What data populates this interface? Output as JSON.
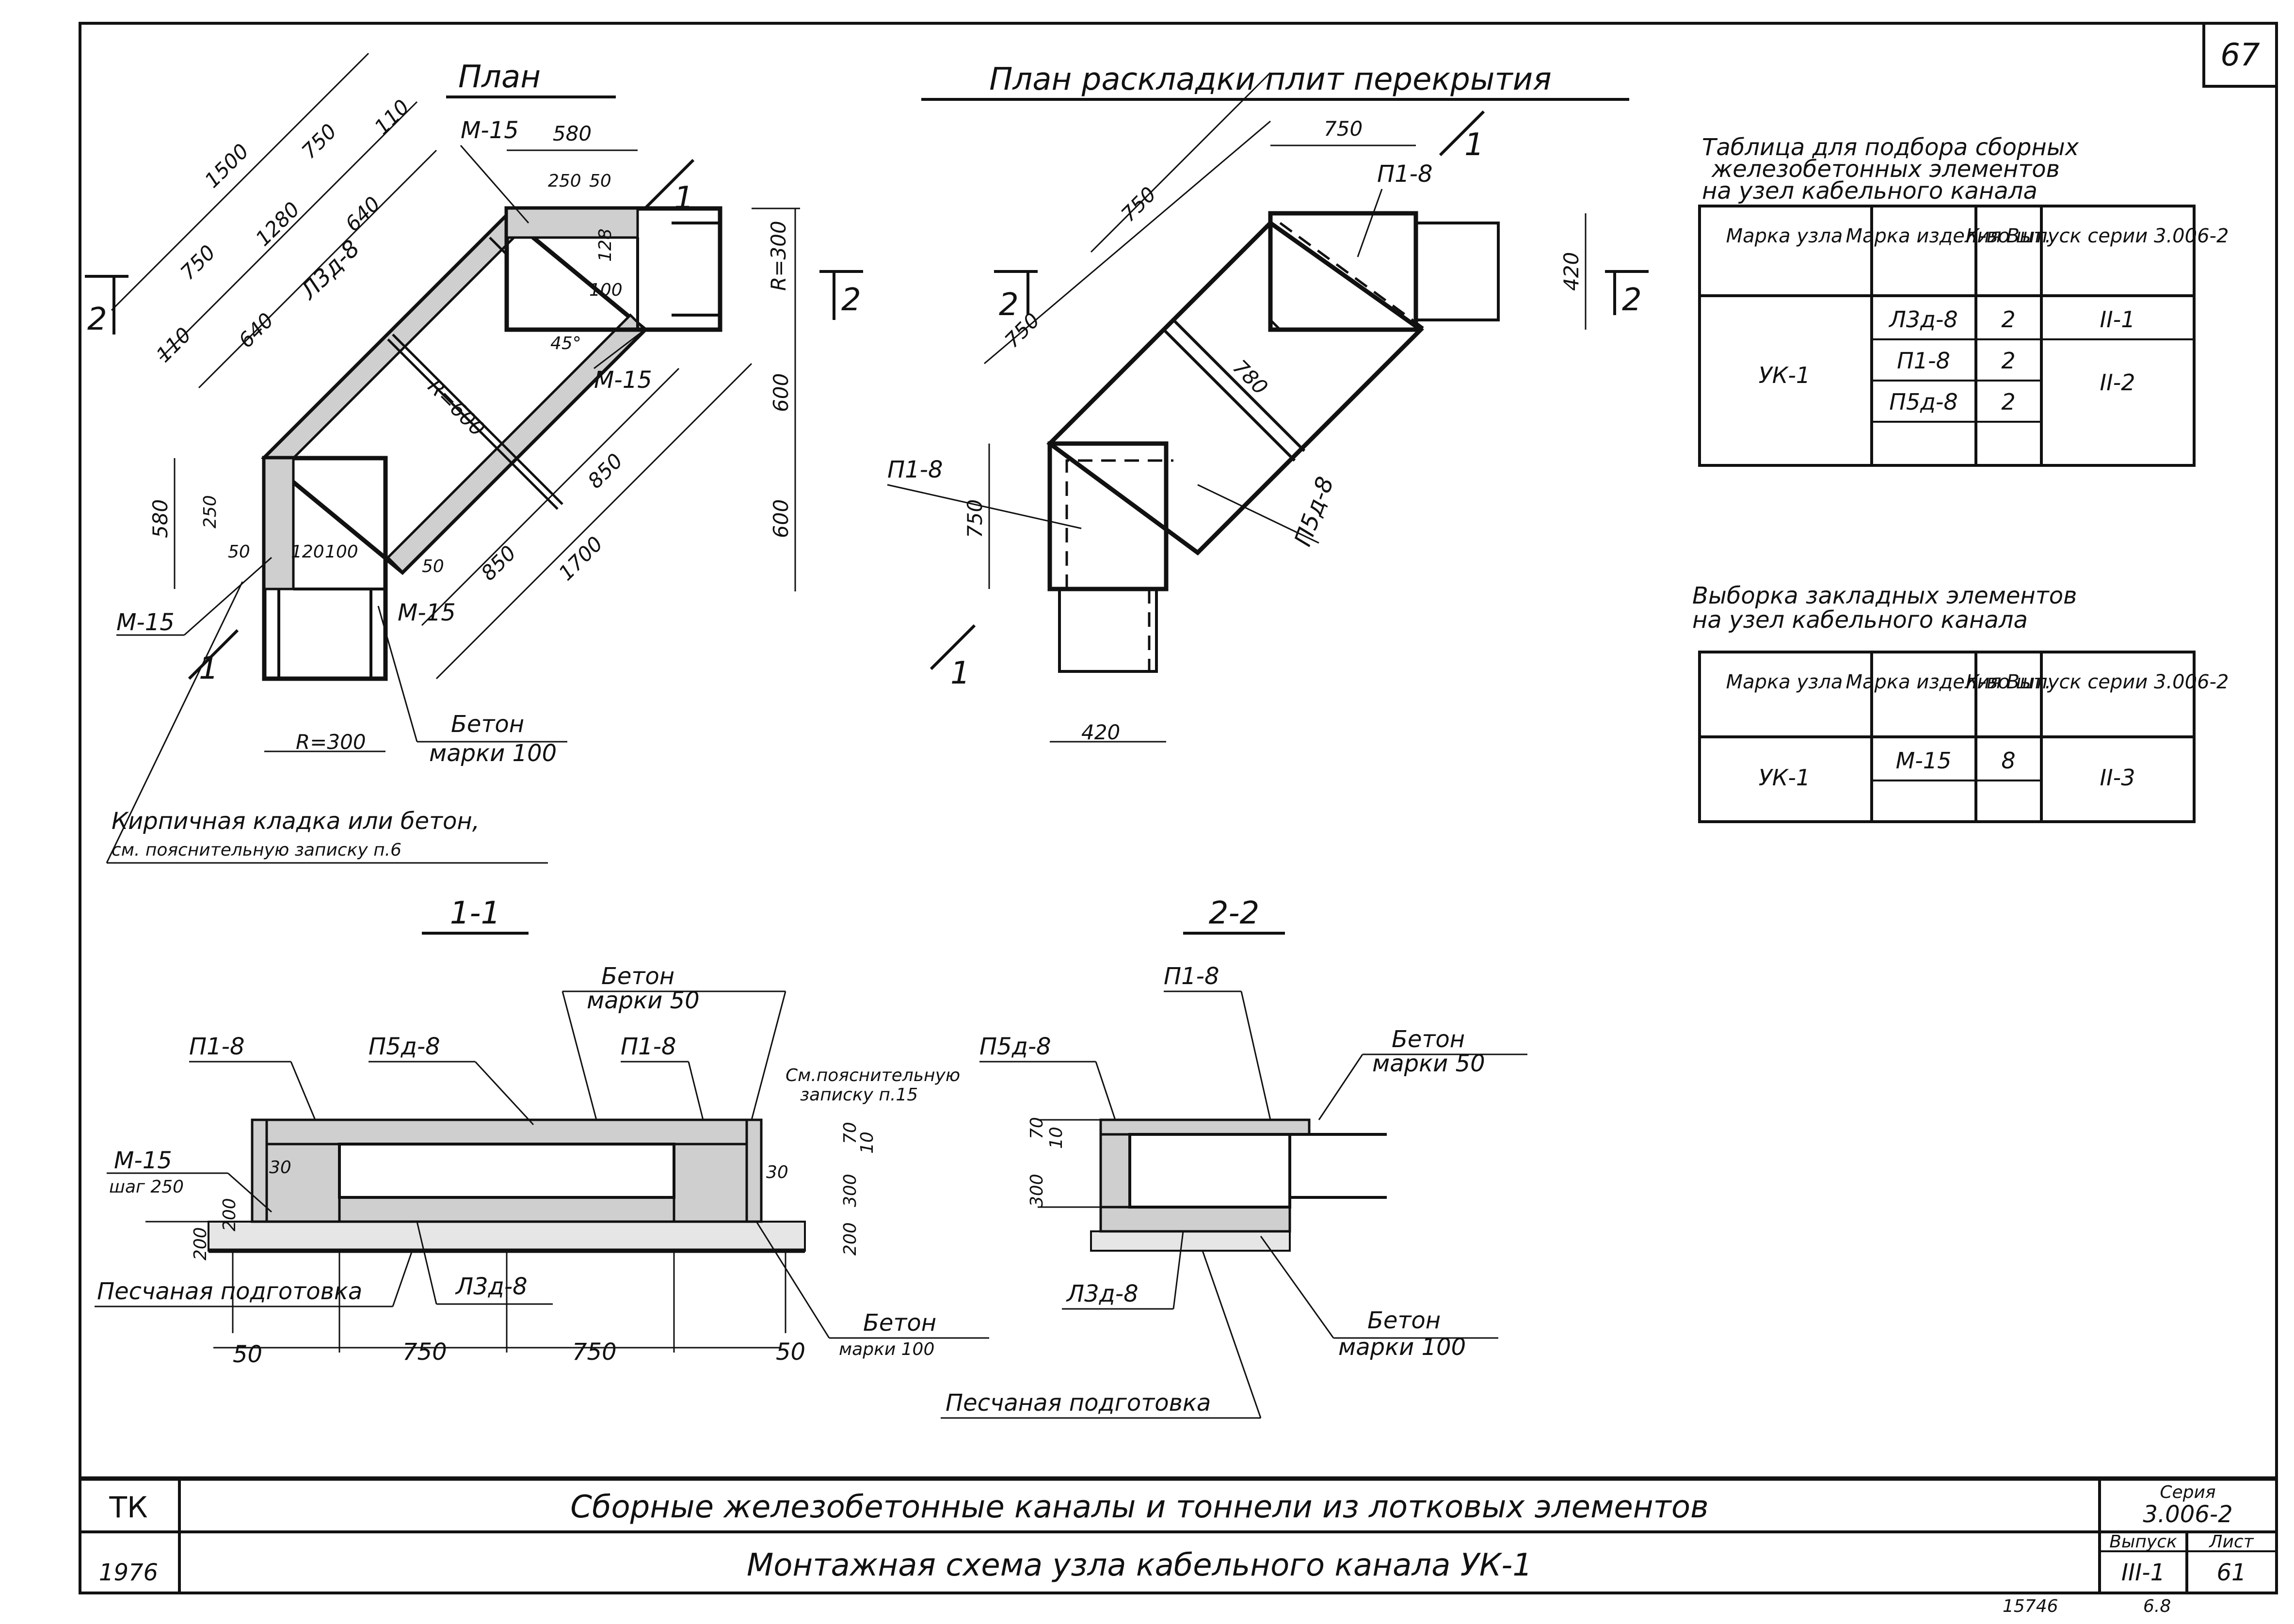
{
  "sheet_number": "67",
  "plan": {
    "title": "План",
    "dims": [
      "1500",
      "750",
      "110",
      "1280",
      "640",
      "750",
      "110",
      "640",
      "580",
      "250",
      "50",
      "128",
      "100",
      "45°",
      "R=300",
      "R=600",
      "600",
      "600",
      "850",
      "850",
      "1700",
      "580",
      "250",
      "50",
      "120",
      "100",
      "50",
      "R=300"
    ],
    "labels": {
      "m15_a": "M-15",
      "m15_b": "M-15",
      "m15_c": "M-15",
      "m15_d": "M-15",
      "l3d8": "Л3д-8",
      "concrete": "Бетон",
      "concrete_grade": "марки 100",
      "brick1": "Кирпичная кладка или бетон,",
      "brick2": "см. пояснительную записку п.6",
      "sec1": "1",
      "sec1b": "1",
      "sec2a": "2",
      "sec2b": "2"
    }
  },
  "layout_plan": {
    "title": "План раскладки плит перекрытия",
    "labels": {
      "p1_top": "П1-8",
      "p1_left": "П1-8",
      "p5": "П5д-8",
      "sec1": "1",
      "sec1b": "1",
      "sec2a": "2",
      "sec2b": "2"
    },
    "dims": [
      "750",
      "750",
      "420",
      "750",
      "780",
      "750",
      "420"
    ]
  },
  "section_1": {
    "title": "1-1",
    "labels": {
      "p1_left": "П1-8",
      "p5": "П5д-8",
      "p1_right": "П1-8",
      "concrete_top": "Бетон",
      "concrete_top_grade": "марки 50",
      "note1": "См.пояснительную",
      "note2": "записку п.15",
      "m15": "M-15",
      "step": "шаг 250",
      "sand": "Песчаная подготовка",
      "l3d8": "Л3д-8",
      "concrete_bot": "Бетон",
      "concrete_bot_grade": "марки 100"
    },
    "dims": [
      "30",
      "200",
      "200",
      "30",
      "70",
      "10",
      "300",
      "200",
      "50",
      "750",
      "750",
      "50"
    ]
  },
  "section_2": {
    "title": "2-2",
    "labels": {
      "p1": "П1-8",
      "p5": "П5д-8",
      "concrete_top": "Бетон",
      "concrete_top_grade": "марки 50",
      "l3d8": "Л3д-8",
      "concrete_bot": "Бетон",
      "concrete_bot_grade": "марки 100",
      "sand": "Песчаная подготовка"
    },
    "dims": [
      "70",
      "10",
      "300"
    ]
  },
  "table1": {
    "title": [
      "Таблица для подбора сборных",
      "железобетонных элементов",
      "на узел кабельного канала"
    ],
    "headers": [
      "Марка узла",
      "Марка изделия",
      "К-во шт.",
      "Выпуск серии 3.006-2"
    ],
    "node": "УК-1",
    "rows": [
      {
        "item": "Л3д-8",
        "qty": "2",
        "issue": "II-1"
      },
      {
        "item": "П1-8",
        "qty": "2",
        "issue": "II-2"
      },
      {
        "item": "П5д-8",
        "qty": "2",
        "issue": ""
      }
    ]
  },
  "table2": {
    "title": [
      "Выборка закладных элементов",
      "на узел кабельного канала"
    ],
    "headers": [
      "Марка узла",
      "Марка изделия",
      "К-во шт.",
      "Выпуск серии 3.006-2"
    ],
    "node": "УК-1",
    "rows": [
      {
        "item": "M-15",
        "qty": "8",
        "issue": "II-3"
      }
    ]
  },
  "title_block": {
    "org": "ТК",
    "year": "1976",
    "line1": "Сборные железобетонные каналы и тоннели из лотковых элементов",
    "line2": "Монтажная схема узла кабельного канала УК-1",
    "series_label": "Серия",
    "series": "3.006-2",
    "issue_label": "Выпуск",
    "issue": "III-1",
    "sheet_label": "Лист",
    "sheet": "61"
  },
  "footer": {
    "left": "15746",
    "right": "6.8"
  }
}
